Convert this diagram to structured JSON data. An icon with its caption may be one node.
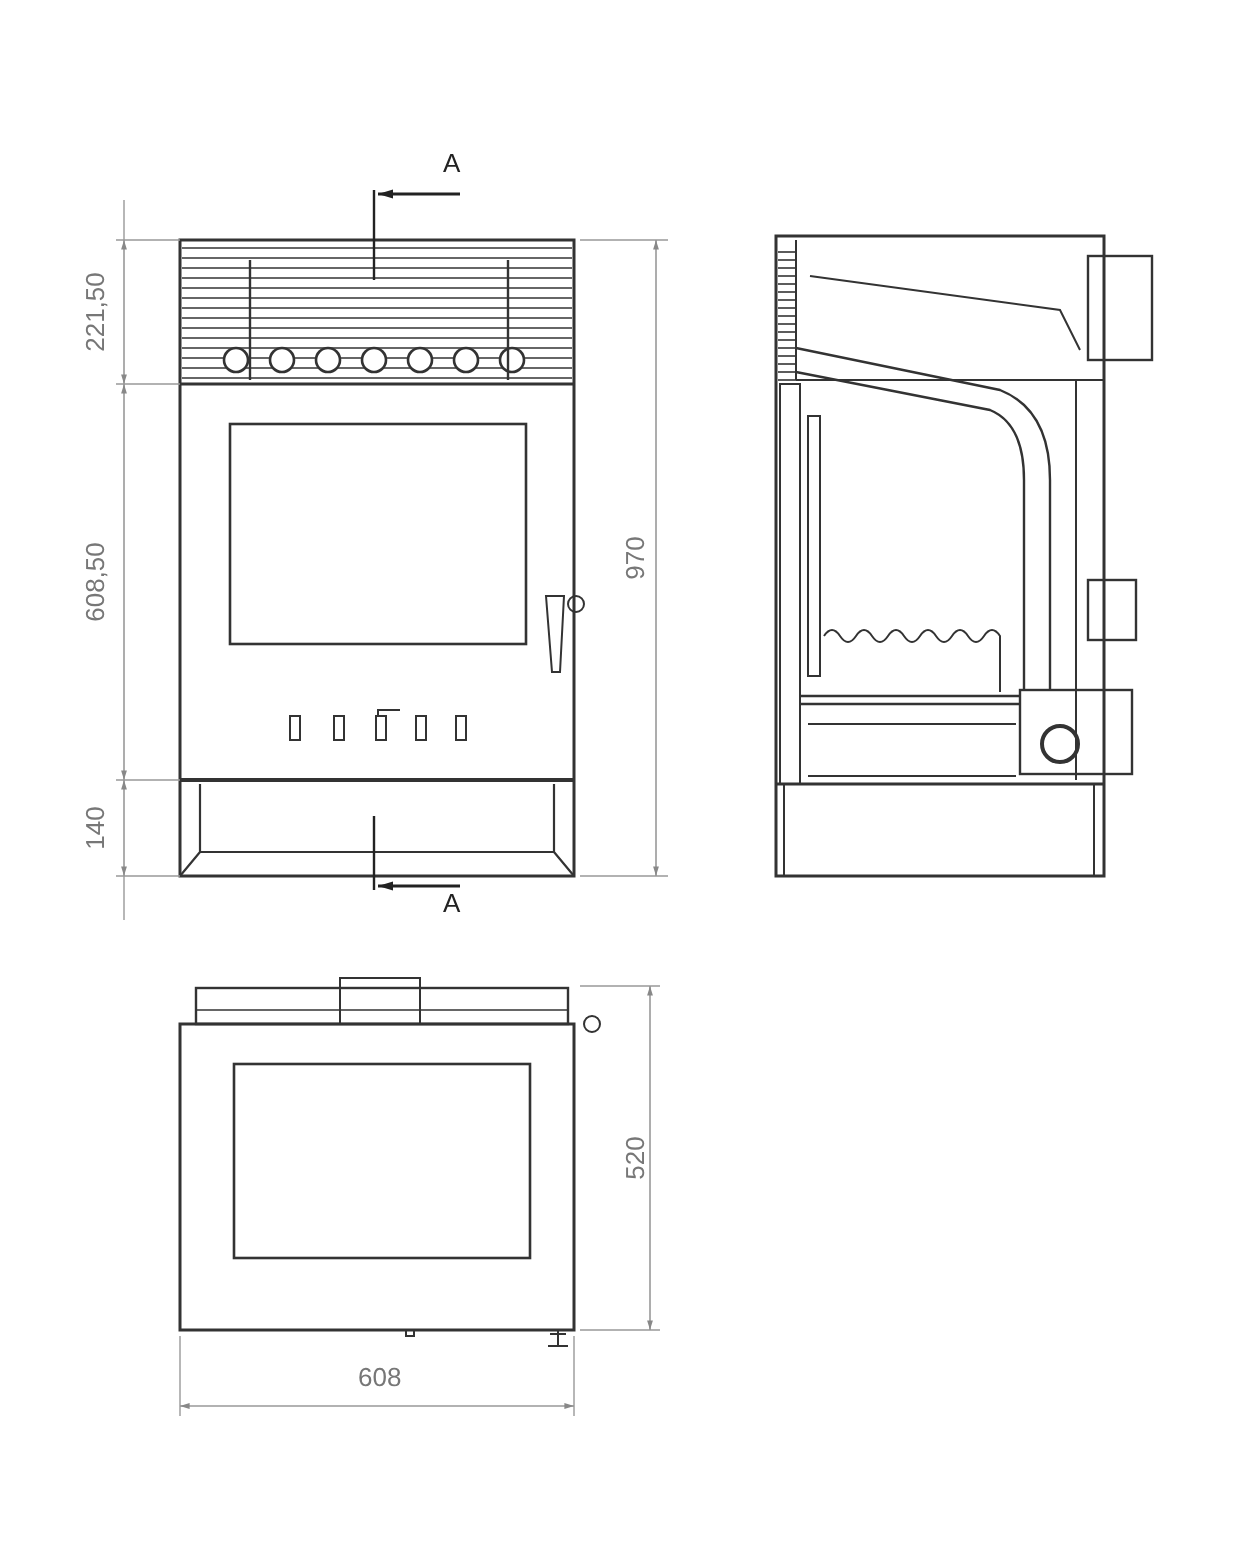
{
  "diagram": {
    "labels": [
      "A",
      "221,50",
      "608,50",
      "970",
      "140",
      "A",
      "520",
      "608"
    ]
  }
}
